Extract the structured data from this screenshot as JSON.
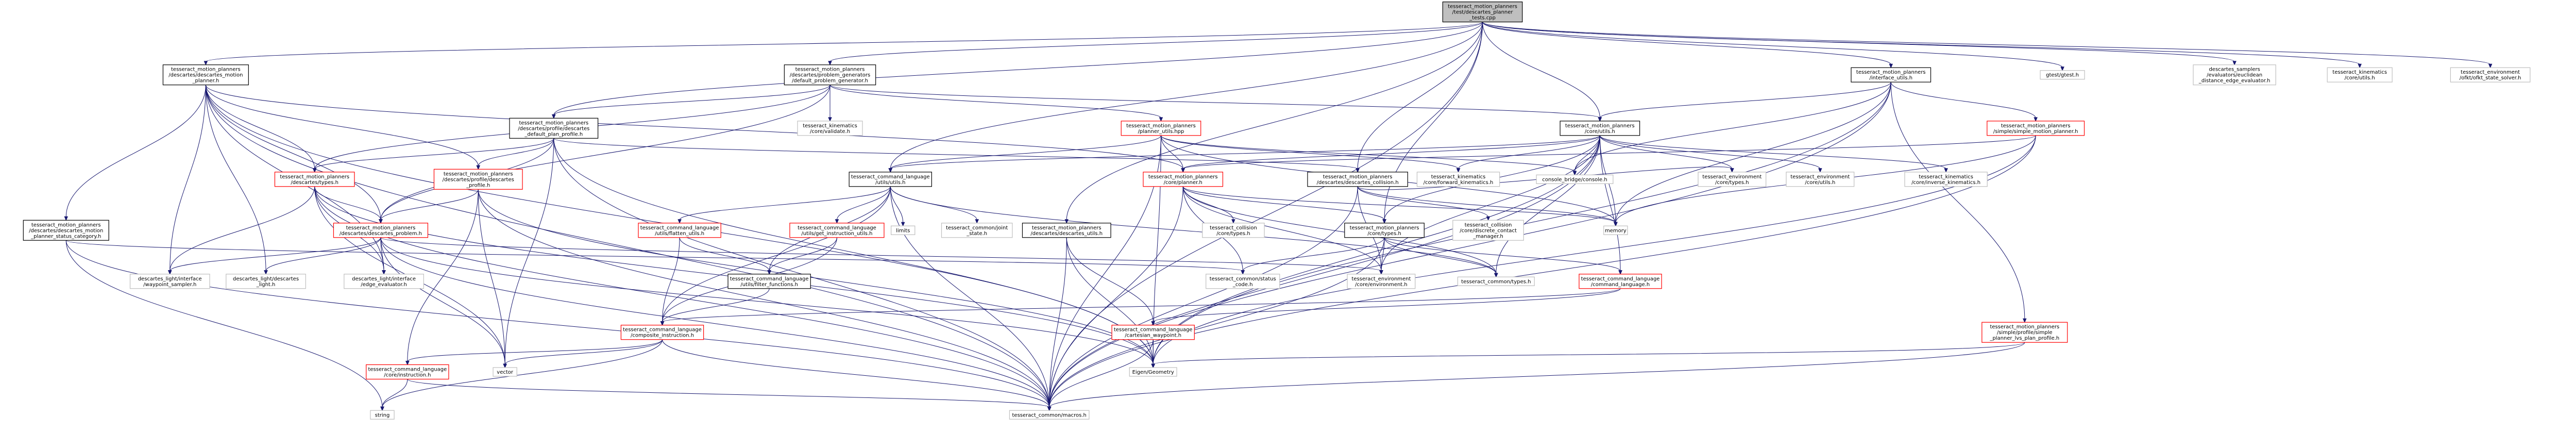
{
  "colors": {
    "root_fill": "#bfbfbf",
    "normal_fill": "#ffffff",
    "normal_border": "#000000",
    "external_border": "#bfbfbf",
    "highlight_border": "#ff0000",
    "edge": "#191970"
  },
  "nodes": [
    {
      "id": "root",
      "lines": [
        "tesseract_motion_planners",
        "/test/descartes_planner",
        "_tests.cpp"
      ],
      "style": "root"
    },
    {
      "id": "desc_motion_planner",
      "lines": [
        "tesseract_motion_planners",
        "/descartes/descartes_motion",
        "_planner.h"
      ],
      "style": "normal"
    },
    {
      "id": "prob_gen",
      "lines": [
        "tesseract_motion_planners",
        "/descartes/problem_generators",
        "/default_problem_generator.h"
      ],
      "style": "normal"
    },
    {
      "id": "interface_utils",
      "lines": [
        "tesseract_motion_planners",
        "/interface_utils.h"
      ],
      "style": "normal"
    },
    {
      "id": "gtest",
      "lines": [
        "gtest/gtest.h"
      ],
      "style": "external"
    },
    {
      "id": "desc_samplers",
      "lines": [
        "descartes_samplers",
        "/evaluators/euclidean",
        "_distance_edge_evaluator.h"
      ],
      "style": "external"
    },
    {
      "id": "kin_utils",
      "lines": [
        "tesseract_kinematics",
        "/core/utils.h"
      ],
      "style": "external"
    },
    {
      "id": "ofkt",
      "lines": [
        "tesseract_environment",
        "/ofkt/ofkt_state_solver.h"
      ],
      "style": "external"
    },
    {
      "id": "default_plan_profile",
      "lines": [
        "tesseract_motion_planners",
        "/descartes/profile/descartes",
        "_default_plan_profile.h"
      ],
      "style": "normal"
    },
    {
      "id": "kin_validate",
      "lines": [
        "tesseract_kinematics",
        "/core/validate.h"
      ],
      "style": "external"
    },
    {
      "id": "planner_utils",
      "lines": [
        "tesseract_motion_planners",
        "/planner_utils.hpp"
      ],
      "style": "highlight"
    },
    {
      "id": "core_utils",
      "lines": [
        "tesseract_motion_planners",
        "/core/utils.h"
      ],
      "style": "normal"
    },
    {
      "id": "simple_planner",
      "lines": [
        "tesseract_motion_planners",
        "/simple/simple_motion_planner.h"
      ],
      "style": "highlight"
    },
    {
      "id": "status_category",
      "lines": [
        "tesseract_motion_planners",
        "/descartes/descartes_motion",
        "_planner_status_category.h"
      ],
      "style": "normal"
    },
    {
      "id": "desc_types",
      "lines": [
        "tesseract_motion_planners",
        "/descartes/types.h"
      ],
      "style": "highlight"
    },
    {
      "id": "desc_profile",
      "lines": [
        "tesseract_motion_planners",
        "/descartes/profile/descartes",
        "_profile.h"
      ],
      "style": "highlight"
    },
    {
      "id": "cmd_utils",
      "lines": [
        "tesseract_command_language",
        "/utils/utils.h"
      ],
      "style": "normal"
    },
    {
      "id": "core_planner",
      "lines": [
        "tesseract_motion_planners",
        "/core/planner.h"
      ],
      "style": "highlight"
    },
    {
      "id": "desc_collision",
      "lines": [
        "tesseract_motion_planners",
        "/descartes/descartes_collision.h"
      ],
      "style": "normal"
    },
    {
      "id": "fwd_kin",
      "lines": [
        "tesseract_kinematics",
        "/core/forward_kinematics.h"
      ],
      "style": "external"
    },
    {
      "id": "console_bridge",
      "lines": [
        "console_bridge/console.h"
      ],
      "style": "external"
    },
    {
      "id": "env_types",
      "lines": [
        "tesseract_environment",
        "/core/types.h"
      ],
      "style": "external"
    },
    {
      "id": "env_utils",
      "lines": [
        "tesseract_environment",
        "/core/utils.h"
      ],
      "style": "external"
    },
    {
      "id": "inv_kin",
      "lines": [
        "tesseract_kinematics",
        "/core/inverse_kinematics.h"
      ],
      "style": "external"
    },
    {
      "id": "desc_problem",
      "lines": [
        "tesseract_motion_planners",
        "/descartes/descartes_problem.h"
      ],
      "style": "highlight"
    },
    {
      "id": "flatten_utils",
      "lines": [
        "tesseract_command_language",
        "/utils/flatten_utils.h"
      ],
      "style": "highlight"
    },
    {
      "id": "get_instr_utils",
      "lines": [
        "tesseract_command_language",
        "/utils/get_instruction_utils.h"
      ],
      "style": "highlight"
    },
    {
      "id": "limits",
      "lines": [
        "limits"
      ],
      "style": "external"
    },
    {
      "id": "joint_state",
      "lines": [
        "tesseract_common/joint",
        "_state.h"
      ],
      "style": "external"
    },
    {
      "id": "desc_utils",
      "lines": [
        "tesseract_motion_planners",
        "/descartes/descartes_utils.h"
      ],
      "style": "normal"
    },
    {
      "id": "coll_types",
      "lines": [
        "tesseract_collision",
        "/core/types.h"
      ],
      "style": "external"
    },
    {
      "id": "core_types",
      "lines": [
        "tesseract_motion_planners",
        "/core/types.h"
      ],
      "style": "normal"
    },
    {
      "id": "disc_contact",
      "lines": [
        "tesseract_collision",
        "/core/discrete_contact",
        "_manager.h"
      ],
      "style": "external"
    },
    {
      "id": "memory",
      "lines": [
        "memory"
      ],
      "style": "external"
    },
    {
      "id": "light_waypoint",
      "lines": [
        "descartes_light/interface",
        "/waypoint_sampler.h"
      ],
      "style": "external"
    },
    {
      "id": "light_descartes",
      "lines": [
        "descartes_light/descartes",
        "_light.h"
      ],
      "style": "external"
    },
    {
      "id": "light_edge",
      "lines": [
        "descartes_light/interface",
        "/edge_evaluator.h"
      ],
      "style": "external"
    },
    {
      "id": "filter_functions",
      "lines": [
        "tesseract_command_language",
        "/utils/filter_functions.h"
      ],
      "style": "normal"
    },
    {
      "id": "status_code",
      "lines": [
        "tesseract_common/status",
        "_code.h"
      ],
      "style": "external"
    },
    {
      "id": "environment",
      "lines": [
        "tesseract_environment",
        "/core/environment.h"
      ],
      "style": "external"
    },
    {
      "id": "common_types",
      "lines": [
        "tesseract_common/types.h"
      ],
      "style": "external"
    },
    {
      "id": "cmd_language",
      "lines": [
        "tesseract_command_language",
        "/command_language.h"
      ],
      "style": "highlight"
    },
    {
      "id": "composite_instr",
      "lines": [
        "tesseract_command_language",
        "/composite_instruction.h"
      ],
      "style": "highlight"
    },
    {
      "id": "cartesian_wp",
      "lines": [
        "tesseract_command_language",
        "/cartesian_waypoint.h"
      ],
      "style": "highlight"
    },
    {
      "id": "simple_profile",
      "lines": [
        "tesseract_motion_planners",
        "/simple/profile/simple",
        "_planner_lvs_plan_profile.h"
      ],
      "style": "highlight"
    },
    {
      "id": "vector",
      "lines": [
        "vector"
      ],
      "style": "external"
    },
    {
      "id": "eigen",
      "lines": [
        "Eigen/Geometry"
      ],
      "style": "external"
    },
    {
      "id": "core_instruction",
      "lines": [
        "tesseract_command_language",
        "/core/instruction.h"
      ],
      "style": "highlight"
    },
    {
      "id": "string",
      "lines": [
        "string"
      ],
      "style": "external"
    },
    {
      "id": "macros",
      "lines": [
        "tesseract_common/macros.h"
      ],
      "style": "external"
    }
  ],
  "edges": [
    [
      "root",
      "desc_motion_planner"
    ],
    [
      "root",
      "prob_gen"
    ],
    [
      "root",
      "interface_utils"
    ],
    [
      "root",
      "gtest"
    ],
    [
      "root",
      "desc_samplers"
    ],
    [
      "root",
      "kin_utils"
    ],
    [
      "root",
      "ofkt"
    ],
    [
      "root",
      "default_plan_profile"
    ],
    [
      "root",
      "core_utils"
    ],
    [
      "root",
      "desc_collision"
    ],
    [
      "root",
      "cmd_utils"
    ],
    [
      "root",
      "desc_utils"
    ],
    [
      "root",
      "core_types"
    ],
    [
      "root",
      "macros"
    ],
    [
      "desc_motion_planner",
      "status_category"
    ],
    [
      "desc_motion_planner",
      "desc_types"
    ],
    [
      "desc_motion_planner",
      "desc_problem"
    ],
    [
      "desc_motion_planner",
      "desc_profile"
    ],
    [
      "desc_motion_planner",
      "light_waypoint"
    ],
    [
      "desc_motion_planner",
      "light_descartes"
    ],
    [
      "desc_motion_planner",
      "light_edge"
    ],
    [
      "desc_motion_planner",
      "core_planner"
    ],
    [
      "desc_motion_planner",
      "eigen"
    ],
    [
      "desc_motion_planner",
      "macros"
    ],
    [
      "prob_gen",
      "default_plan_profile"
    ],
    [
      "prob_gen",
      "kin_validate"
    ],
    [
      "prob_gen",
      "planner_utils"
    ],
    [
      "prob_gen",
      "core_utils"
    ],
    [
      "prob_gen",
      "desc_problem"
    ],
    [
      "prob_gen",
      "desc_types"
    ],
    [
      "interface_utils",
      "core_utils"
    ],
    [
      "interface_utils",
      "simple_planner"
    ],
    [
      "interface_utils",
      "simple_profile"
    ],
    [
      "interface_utils",
      "console_bridge"
    ],
    [
      "interface_utils",
      "memory"
    ],
    [
      "interface_utils",
      "macros"
    ],
    [
      "interface_utils",
      "eigen"
    ],
    [
      "default_plan_profile",
      "desc_profile"
    ],
    [
      "default_plan_profile",
      "desc_problem"
    ],
    [
      "default_plan_profile",
      "desc_types"
    ],
    [
      "default_plan_profile",
      "desc_collision"
    ],
    [
      "default_plan_profile",
      "vector"
    ],
    [
      "default_plan_profile",
      "eigen"
    ],
    [
      "default_plan_profile",
      "macros"
    ],
    [
      "planner_utils",
      "core_planner"
    ],
    [
      "planner_utils",
      "cmd_utils"
    ],
    [
      "planner_utils",
      "console_bridge"
    ],
    [
      "planner_utils",
      "fwd_kin"
    ],
    [
      "planner_utils",
      "memory"
    ],
    [
      "planner_utils",
      "eigen"
    ],
    [
      "planner_utils",
      "macros"
    ],
    [
      "core_utils",
      "core_planner"
    ],
    [
      "core_utils",
      "cmd_utils"
    ],
    [
      "core_utils",
      "console_bridge"
    ],
    [
      "core_utils",
      "env_types"
    ],
    [
      "core_utils",
      "env_utils"
    ],
    [
      "core_utils",
      "inv_kin"
    ],
    [
      "core_utils",
      "fwd_kin"
    ],
    [
      "core_utils",
      "core_types"
    ],
    [
      "core_utils",
      "memory"
    ],
    [
      "core_utils",
      "cmd_language"
    ],
    [
      "core_utils",
      "environment"
    ],
    [
      "core_utils",
      "common_types"
    ],
    [
      "core_utils",
      "eigen"
    ],
    [
      "core_utils",
      "macros"
    ],
    [
      "simple_planner",
      "core_planner"
    ],
    [
      "simple_planner",
      "memory"
    ],
    [
      "simple_planner",
      "eigen"
    ],
    [
      "simple_planner",
      "macros"
    ],
    [
      "status_category",
      "status_code"
    ],
    [
      "status_category",
      "string"
    ],
    [
      "status_category",
      "macros"
    ],
    [
      "desc_types",
      "desc_problem"
    ],
    [
      "desc_types",
      "light_edge"
    ],
    [
      "desc_types",
      "light_waypoint"
    ],
    [
      "desc_types",
      "vector"
    ],
    [
      "desc_types",
      "eigen"
    ],
    [
      "desc_types",
      "macros"
    ],
    [
      "desc_profile",
      "desc_problem"
    ],
    [
      "desc_profile",
      "core_instruction"
    ],
    [
      "desc_profile",
      "vector"
    ],
    [
      "desc_profile",
      "eigen"
    ],
    [
      "desc_profile",
      "macros"
    ],
    [
      "cmd_utils",
      "flatten_utils"
    ],
    [
      "cmd_utils",
      "get_instr_utils"
    ],
    [
      "cmd_utils",
      "filter_functions"
    ],
    [
      "cmd_utils",
      "limits"
    ],
    [
      "cmd_utils",
      "joint_state"
    ],
    [
      "cmd_utils",
      "composite_instr"
    ],
    [
      "cmd_utils",
      "common_types"
    ],
    [
      "cmd_utils",
      "macros"
    ],
    [
      "core_planner",
      "core_types"
    ],
    [
      "core_planner",
      "coll_types"
    ],
    [
      "core_planner",
      "status_code"
    ],
    [
      "core_planner",
      "common_types"
    ],
    [
      "core_planner",
      "environment"
    ],
    [
      "core_planner",
      "memory"
    ],
    [
      "core_planner",
      "macros"
    ],
    [
      "desc_collision",
      "disc_contact"
    ],
    [
      "desc_collision",
      "env_types"
    ],
    [
      "desc_collision",
      "environment"
    ],
    [
      "desc_collision",
      "memory"
    ],
    [
      "desc_collision",
      "macros"
    ],
    [
      "desc_problem",
      "light_descartes"
    ],
    [
      "desc_problem",
      "light_edge"
    ],
    [
      "desc_problem",
      "light_waypoint"
    ],
    [
      "desc_problem",
      "environment"
    ],
    [
      "desc_problem",
      "vector"
    ],
    [
      "desc_problem",
      "eigen"
    ],
    [
      "desc_problem",
      "macros"
    ],
    [
      "flatten_utils",
      "filter_functions"
    ],
    [
      "flatten_utils",
      "composite_instr"
    ],
    [
      "get_instr_utils",
      "filter_functions"
    ],
    [
      "get_instr_utils",
      "composite_instr"
    ],
    [
      "filter_functions",
      "composite_instr"
    ],
    [
      "desc_utils",
      "cartesian_wp"
    ],
    [
      "desc_utils",
      "eigen"
    ],
    [
      "desc_utils",
      "macros"
    ],
    [
      "core_types",
      "cmd_language"
    ],
    [
      "core_types",
      "environment"
    ],
    [
      "core_types",
      "common_types"
    ],
    [
      "core_types",
      "status_code"
    ],
    [
      "core_types",
      "macros"
    ],
    [
      "cmd_language",
      "composite_instr"
    ],
    [
      "cmd_language",
      "cartesian_wp"
    ],
    [
      "composite_instr",
      "core_instruction"
    ],
    [
      "composite_instr",
      "vector"
    ],
    [
      "composite_instr",
      "string"
    ],
    [
      "composite_instr",
      "macros"
    ],
    [
      "cartesian_wp",
      "eigen"
    ],
    [
      "cartesian_wp",
      "macros"
    ],
    [
      "simple_profile",
      "eigen"
    ],
    [
      "simple_profile",
      "macros"
    ],
    [
      "core_instruction",
      "string"
    ],
    [
      "core_instruction",
      "macros"
    ]
  ]
}
